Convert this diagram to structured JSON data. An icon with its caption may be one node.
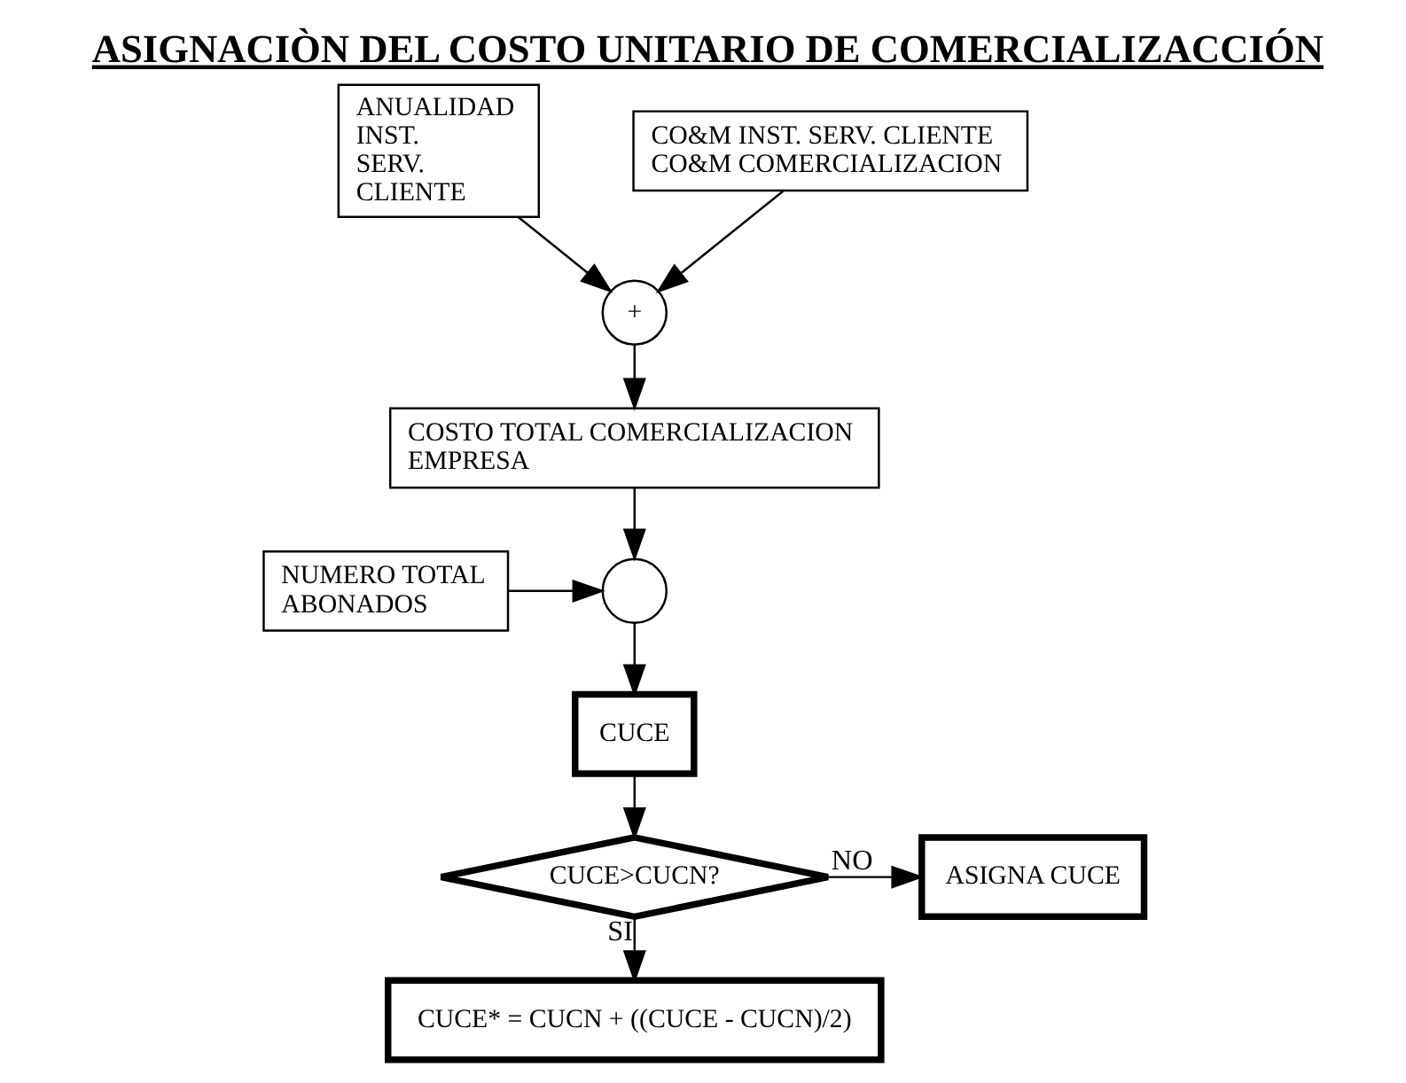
{
  "diagram": {
    "title": "ASIGNACIÒN DEL COSTO UNITARIO DE COMERCIALIZACCIÓN",
    "nodes": [
      {
        "text": [
          "ANUALIDAD INST. SERV. CLIENTE"
        ]
      },
      {
        "text": [
          "CO&M INST. SERV. CLIENTE CO&M COMERCIALIZACION"
        ]
      },
      {
        "text": [
          "+"
        ]
      },
      {
        "text": [
          "COSTO TOTAL COMERCIALIZACION EMPRESA"
        ]
      },
      {
        "text": [],
        "shape": "circle"
      },
      {
        "text": [
          "NUMERO TOTAL ABONADOS"
        ]
      },
      {
        "text": [
          "CUCE"
        ]
      },
      {
        "text": [
          "CUCE>CUCN?"
        ]
      },
      {
        "text": [
          "ASIGNA CUCE"
        ]
      },
      {
        "text": [
          "CUCE* = CUCN + ((CUCE - CUCN)/2)"
        ]
      }
    ],
    "edges": [
      {
        "from": 0,
        "to": 2,
        "arrow": "to"
      },
      {
        "from": 1,
        "to": 2,
        "arrow": "to"
      },
      {
        "from": 2,
        "to": 3,
        "arrow": "to"
      },
      {
        "from": 3,
        "to": 4,
        "arrow": "to"
      },
      {
        "from": 5,
        "to": 4,
        "arrow": "to"
      },
      {
        "from": 4,
        "to": 6,
        "arrow": "to"
      },
      {
        "from": 6,
        "to": 7,
        "arrow": "to"
      },
      {
        "from": 7,
        "to": 8,
        "arrow": "to",
        "label": "NO"
      },
      {
        "from": 7,
        "to": 9,
        "arrow": "to",
        "label": "SI"
      }
    ]
  }
}
